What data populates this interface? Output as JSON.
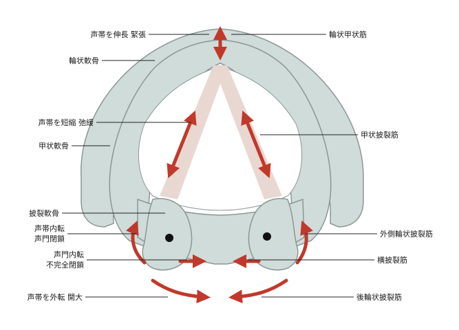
{
  "colors": {
    "cartilage_fill": "#cfdcd9",
    "cartilage_stroke": "#8a9794",
    "muscle_band": "#e8d6cf",
    "arrow": "#c0392b",
    "leader": "#222222"
  },
  "labels": {
    "vocal_tension": "声帯を伸長 緊張",
    "cricoid": "輪状軟骨",
    "vocal_shorten": "声帯を短縮 弛緩",
    "thyroid": "甲状軟骨",
    "arytenoid": "披裂軟骨",
    "adduct_line1": "声帯内転",
    "adduct_line2": "声門閉鎖",
    "incomplete_line1": "声門内転",
    "incomplete_line2": "不完全閉鎖",
    "abduct": "声帯を外転 開大",
    "cricothyroid": "輪状甲状筋",
    "thyroarytenoid": "甲状披裂筋",
    "lateral_cricoarytenoid": "外側輪状披裂筋",
    "transverse_arytenoid": "横披裂筋",
    "posterior_cricoarytenoid": "後輪状披裂筋"
  }
}
